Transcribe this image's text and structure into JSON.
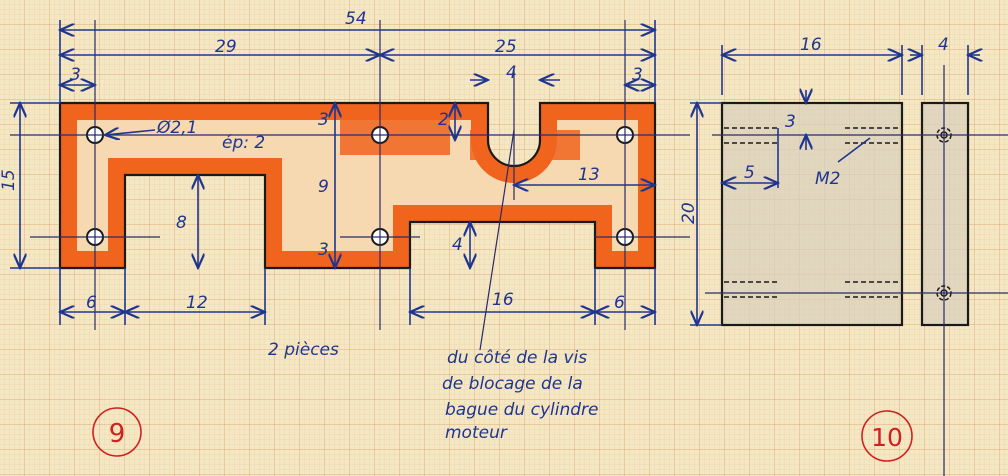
{
  "colors": {
    "paper": "#f4e8c4",
    "grid": "#e8b88a",
    "ink": "#1f3590",
    "orange": "#f0641e",
    "red": "#d02020",
    "pencil": "#b8b0a0"
  },
  "part9": {
    "number": "9",
    "dims": {
      "overall": "54",
      "left_span": "29",
      "right_span": "25",
      "left_edge": "3",
      "slot_width": "4",
      "right_edge": "3",
      "hole_dia": "Ø2,1",
      "thickness": "ép: 2",
      "height": "15",
      "top_edge_3": "3",
      "slot_depth": "2",
      "hole_spacing": "9",
      "bottom_edge_3": "3",
      "left_notch_depth": "8",
      "right_notch_depth": "4",
      "slot_offset": "13",
      "bottom_left": "6",
      "left_notch_width": "12",
      "right_notch_width": "16",
      "bottom_right": "6"
    },
    "quantity": "2 pièces",
    "note": [
      "du côté de la vis",
      "de blocage de la",
      "bague du cylindre",
      "moteur"
    ]
  },
  "part10": {
    "number": "10",
    "dims": {
      "width": "16",
      "thickness": "4",
      "height": "20",
      "hole_offset": "3",
      "thread_depth": "5",
      "thread": "M2"
    }
  }
}
